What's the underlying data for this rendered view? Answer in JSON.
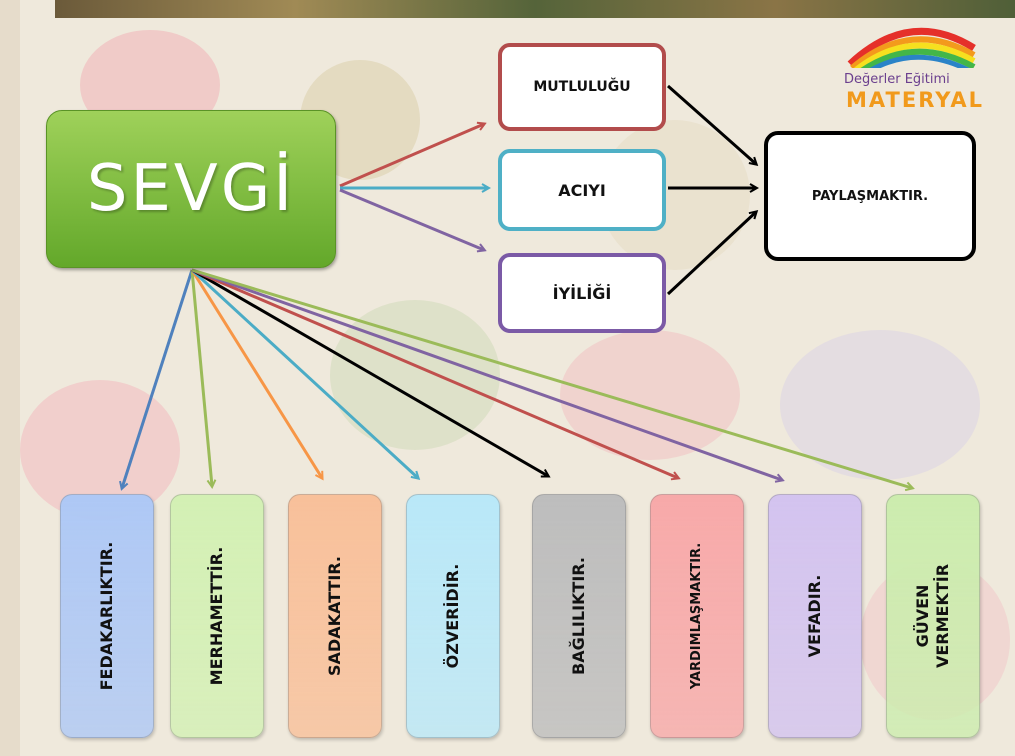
{
  "logo": {
    "line1": "Değerler Eğitimi",
    "line2": "MATERYAL"
  },
  "center": {
    "label": "SEVGİ",
    "color": "#7cc13e"
  },
  "middle_nodes": [
    {
      "id": "mutlulugu",
      "label": "MUTLULUĞU",
      "border_color": "#b24c4c",
      "arrow_color": "#c0504d"
    },
    {
      "id": "aciyi",
      "label": "ACIYI",
      "border_color": "#4fb0c6",
      "arrow_color": "#4bacc6"
    },
    {
      "id": "iyiligi",
      "label": "İYİLİĞİ",
      "border_color": "#7b5aa6",
      "arrow_color": "#8064a2"
    }
  ],
  "target_node": {
    "label": "PAYLAŞMAKTIR."
  },
  "qualities": [
    {
      "label": "FEDAKARLIKTIR.",
      "color": "#aec8f5",
      "arrow_color": "#4f81bd"
    },
    {
      "label": "MERHAMETTİR.",
      "color": "#d3f0b4",
      "arrow_color": "#9bbb59"
    },
    {
      "label": "SADAKATTIR.",
      "color": "#f8c09a",
      "arrow_color": "#f79646"
    },
    {
      "label": "ÖZVERİDİR.",
      "color": "#b9e8f8",
      "arrow_color": "#4bacc6"
    },
    {
      "label": "BAĞLILIKTIR.",
      "color": "#bdbdbd",
      "arrow_color": "#000000"
    },
    {
      "label": "YARDIMLAŞMAKTIR.",
      "color": "#f7a9a9",
      "arrow_color": "#c0504d"
    },
    {
      "label": "VEFADIR.",
      "color": "#d3c3ef",
      "arrow_color": "#8064a2"
    },
    {
      "label": "GÜVEN VERMEKTİR",
      "color": "#ccecae",
      "arrow_color": "#9bbb59"
    }
  ]
}
